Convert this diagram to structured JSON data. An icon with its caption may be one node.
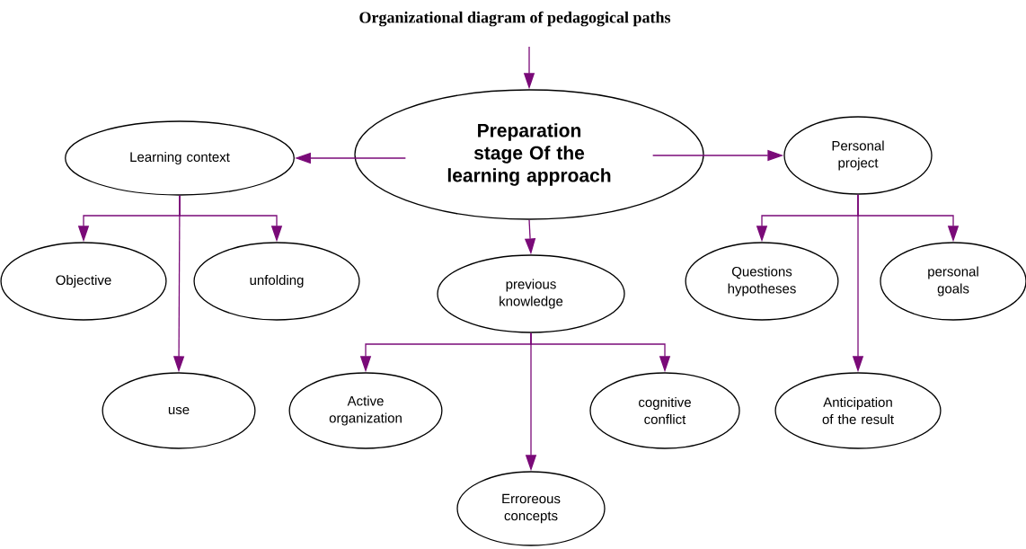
{
  "diagram": {
    "title": "Organizational diagram of pedagogical paths",
    "nodes": [
      {
        "text": [
          "Preparation stage Of the learning approach"
        ]
      },
      {
        "text": [
          "Learning context"
        ]
      },
      {
        "text": [
          "Personal project"
        ]
      },
      {
        "text": [
          "Objective"
        ]
      },
      {
        "text": [
          "unfolding"
        ]
      },
      {
        "text": [
          "previous knowledge"
        ]
      },
      {
        "text": [
          "Questions hypotheses"
        ]
      },
      {
        "text": [
          "personal goals"
        ]
      },
      {
        "text": [
          "use"
        ]
      },
      {
        "text": [
          "Active organization"
        ]
      },
      {
        "text": [
          "cognitive conflict"
        ]
      },
      {
        "text": [
          "Anticipation of the result"
        ]
      },
      {
        "text": [
          "Erroreous concepts"
        ]
      }
    ],
    "edges": [
      {
        "from": null,
        "to": 0,
        "arrow": "to"
      },
      {
        "from": 0,
        "to": 1,
        "arrow": "to"
      },
      {
        "from": 0,
        "to": 2,
        "arrow": "to"
      },
      {
        "from": 0,
        "to": 5,
        "arrow": "to"
      },
      {
        "from": 1,
        "to": 3,
        "arrow": "to"
      },
      {
        "from": 1,
        "to": 4,
        "arrow": "to"
      },
      {
        "from": 1,
        "to": 8,
        "arrow": "to"
      },
      {
        "from": 5,
        "to": 9,
        "arrow": "to"
      },
      {
        "from": 5,
        "to": 10,
        "arrow": "to"
      },
      {
        "from": 5,
        "to": 12,
        "arrow": "to"
      },
      {
        "from": 2,
        "to": 6,
        "arrow": "to"
      },
      {
        "from": 2,
        "to": 7,
        "arrow": "to"
      },
      {
        "from": 2,
        "to": 11,
        "arrow": "to"
      }
    ]
  }
}
